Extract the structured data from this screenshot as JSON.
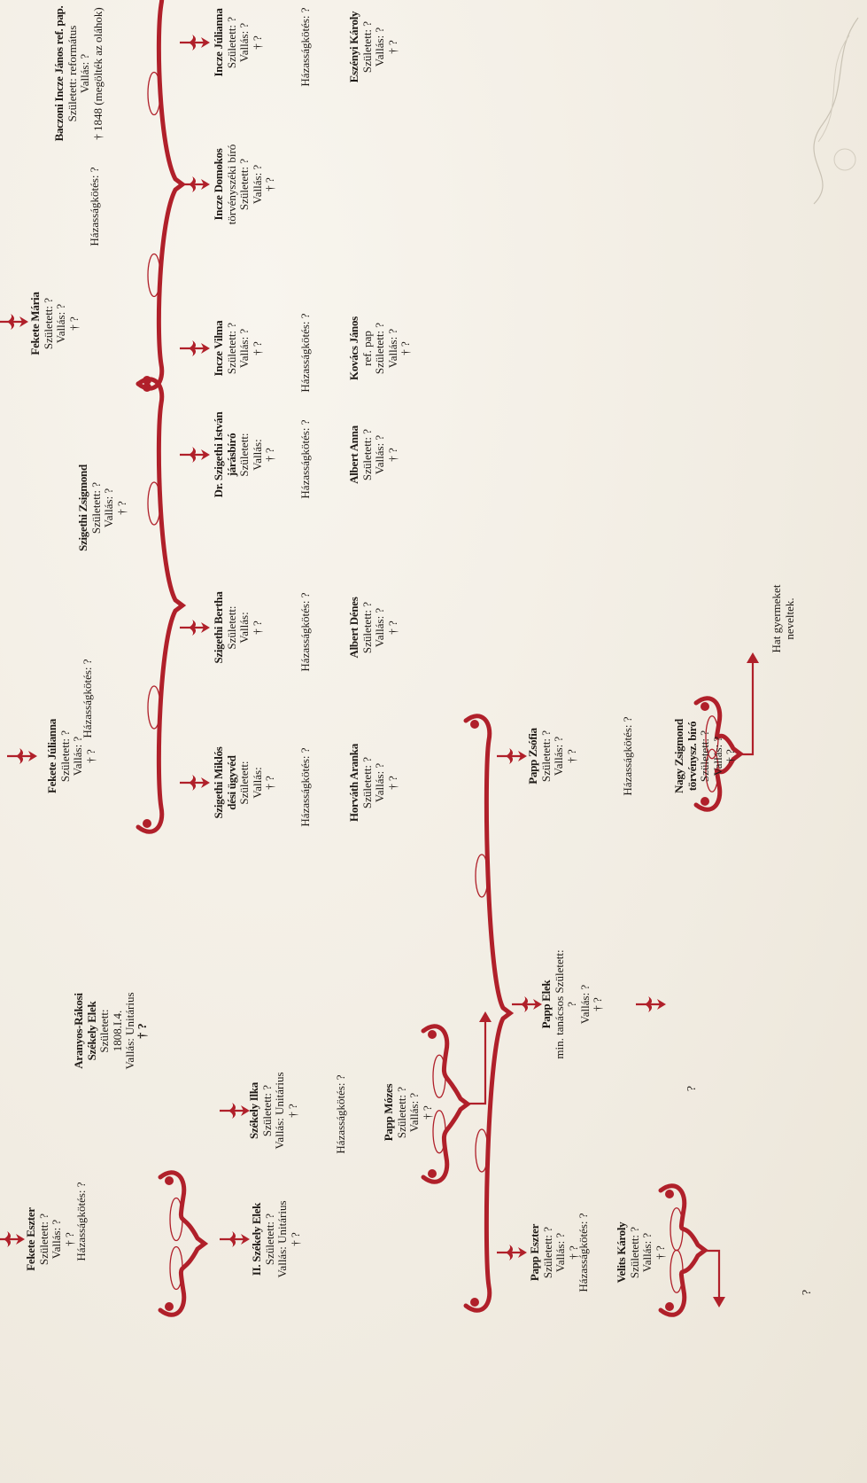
{
  "colors": {
    "ornament": "#b0202a",
    "text": "#1f1a16",
    "paper": "#f3efe6"
  },
  "people": {
    "fekete_eszter": {
      "name": "Fekete Eszter",
      "born": "Született: ?",
      "religion": "Vallás: ?",
      "death": "† ?"
    },
    "aranyos_elek": {
      "name1": "Aranyos-Rákosi",
      "name2": "Székely Elek",
      "born": "Született:",
      "born_date": "1808.I.4.",
      "religion": "Vallás: Unitárius",
      "death": "† ?"
    },
    "ii_szekely_elek": {
      "name": "II. Székely Elek",
      "born": "Született: ?",
      "religion": "Vallás: Unitárius",
      "death": "† ?"
    },
    "szekely_ilka": {
      "name": "Székely Ilka",
      "born": "Született: ?",
      "religion": "Vallás: Unitárius",
      "death": "† ?"
    },
    "papp_mozes": {
      "name": "Papp Mózes",
      "born": "Született: ?",
      "religion": "Vallás: ?",
      "death": "† ?"
    },
    "papp_eszter": {
      "name": "Papp Eszter",
      "born": "Született: ?",
      "religion": "Vallás: ?",
      "death": "† ?"
    },
    "velits_karoly": {
      "name": "Velits Károly",
      "born": "Született: ?",
      "religion": "Vallás: ?",
      "death": "† ?"
    },
    "papp_elek": {
      "name": "Papp Elek",
      "title": "min. tanácsos Született:",
      "born2": "?",
      "religion": "Vallás: ?",
      "death": "† ?"
    },
    "papp_zsofia": {
      "name": "Papp Zsófia",
      "born": "Született: ?",
      "religion": "Vallás: ?",
      "death": "† ?"
    },
    "nagy_zsigmond": {
      "name1": "Nagy Zsigmond",
      "name2": "törvénysz. bíró",
      "born": "Született: ?",
      "religion": "Vallás: ?",
      "death": "† ?"
    },
    "fekete_julianna": {
      "name": "Fekete Júlianna",
      "born": "Született: ?",
      "religion": "Vallás: ?",
      "death": "† ?"
    },
    "szigethi_zsigmond": {
      "name": "Szigethi Zsigmond",
      "born": "Született: ?",
      "religion": "Vallás: ?",
      "death": "† ?"
    },
    "szigethi_miklos": {
      "name1": "Szigethi Miklós",
      "name2": "dési ügyvéd",
      "born": "Született:",
      "religion": "Vallás:",
      "death": "† ?"
    },
    "szigethi_bertha": {
      "name": "Szigethi Bertha",
      "born": "Született:",
      "religion": "Vallás:",
      "death": "† ?"
    },
    "szigethi_istvan": {
      "name1": "Dr. Szigethi István",
      "name2": "járásbíró",
      "born": "Született:",
      "religion": "Vallás:",
      "death": "† ?"
    },
    "horvath_aranka": {
      "name": "Horváth Aranka",
      "born": "Született: ?",
      "religion": "Vallás: ?",
      "death": "† ?"
    },
    "albert_denes": {
      "name": "Albert Dénes",
      "born": "Született: ?",
      "religion": "Vallás: ?",
      "death": "† ?"
    },
    "albert_anna": {
      "name": "Albert Anna",
      "born": "Született: ?",
      "religion": "Vallás: ?",
      "death": "† ?"
    },
    "fekete_maria": {
      "name": "Fekete Mária",
      "born": "Született: ?",
      "religion": "Vallás: ?",
      "death": "† ?"
    },
    "baczoni_incze": {
      "name": "Baczoni Incze János ref. pap.",
      "born": "Született: református",
      "religion": "Vallás: ?",
      "death": "† 1848 (megölték az oláhok)"
    },
    "incze_vilma": {
      "name": "Incze Vilma",
      "born": "Született: ?",
      "religion": "Vallás: ?",
      "death": "† ?"
    },
    "incze_domokos": {
      "name1": "Incze Domokos",
      "name2": "törvényszéki bíró",
      "born": "Született: ?",
      "religion": "Vallás: ?",
      "death": "† ?"
    },
    "incze_julianna": {
      "name": "Incze Júlianna",
      "born": "Született: ?",
      "religion": "Vallás: ?",
      "death": "† ?"
    },
    "kovacs_janos": {
      "name1": "Kovács János",
      "name2": "ref. pap",
      "born": "Született: ?",
      "religion": "Vallás: ?",
      "death": "† ?"
    },
    "eszenyi_karoly": {
      "name": "Eszényi Károly",
      "born": "Született: ?",
      "religion": "Vallás: ?",
      "death": "† ?"
    }
  },
  "marriage": {
    "label": "Házasságkötés:",
    "value": "?"
  },
  "notes": {
    "hat_gyermeket": "Hat gyermeket neveltek.",
    "q1": "?",
    "q2": "?"
  }
}
